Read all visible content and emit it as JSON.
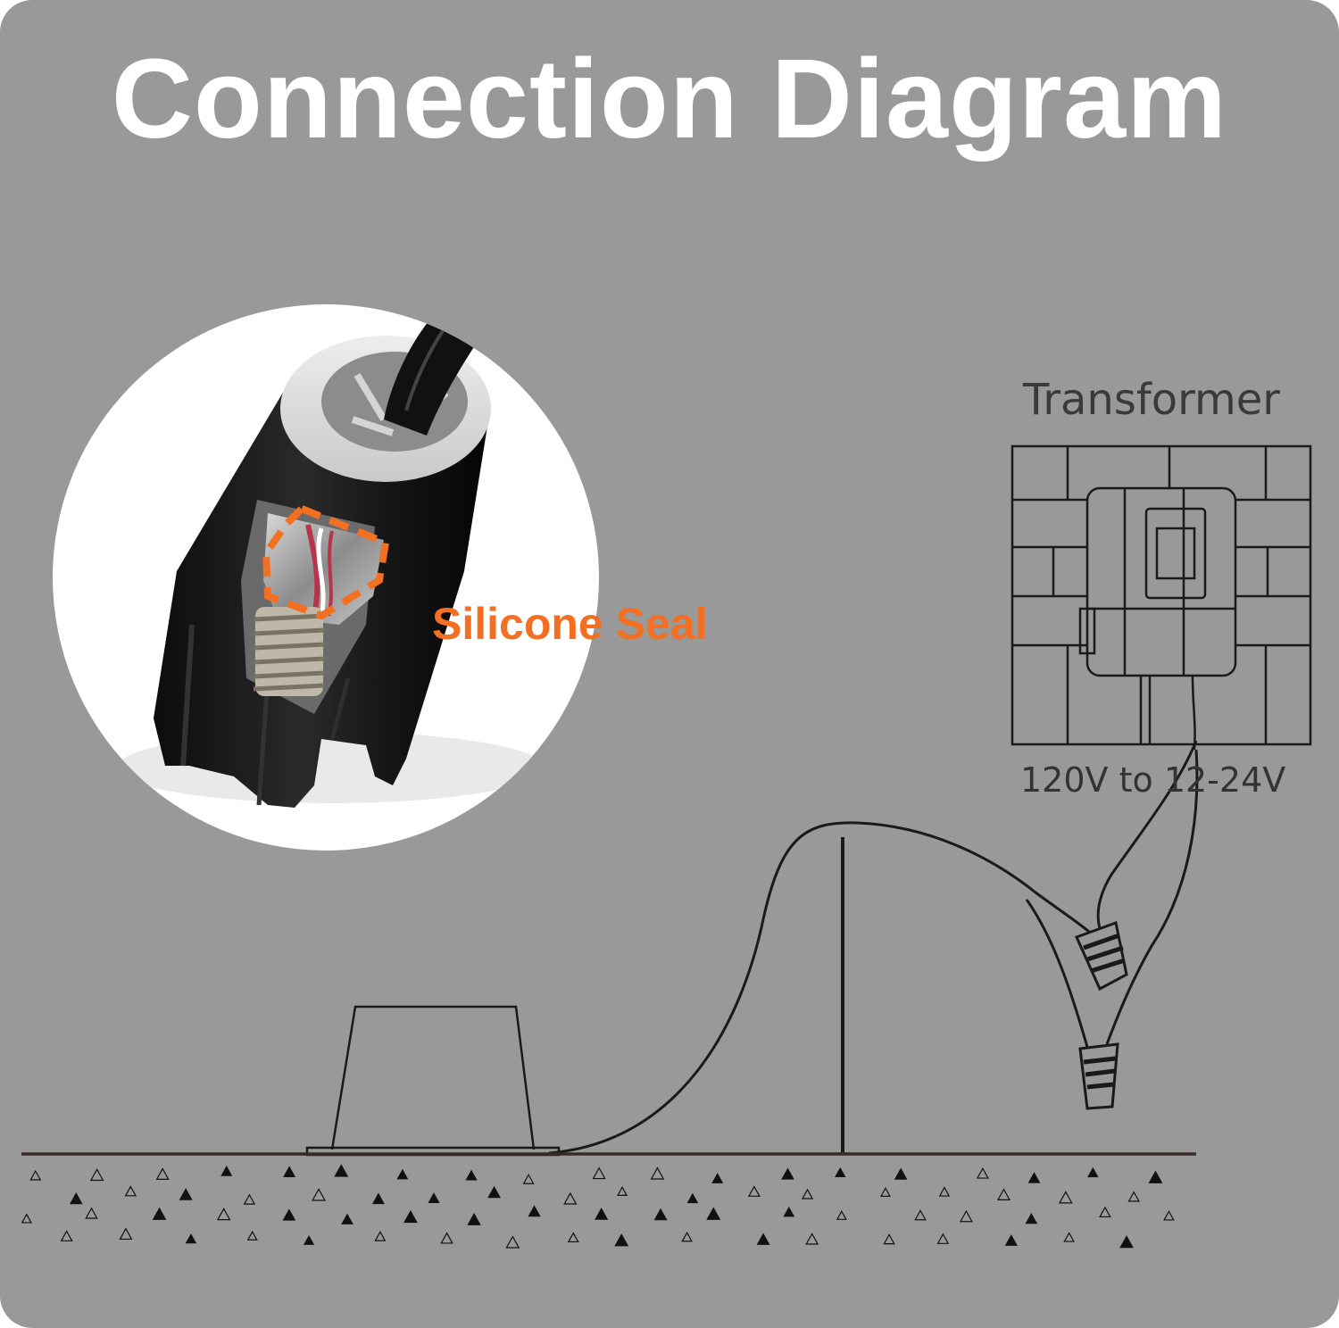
{
  "title": "Connection Diagram",
  "labels": {
    "transformer": "Transformer",
    "voltage": "120V to 12-24V",
    "seal": "Silicone Seal"
  },
  "colors": {
    "background": "#999999",
    "title": "#ffffff",
    "accent": "#f36f21",
    "line": "#1a1a1a"
  },
  "icons": {
    "connector": "wire-nut-connector-icon",
    "transformer": "transformer-box-icon",
    "light": "landscape-well-light-icon"
  }
}
